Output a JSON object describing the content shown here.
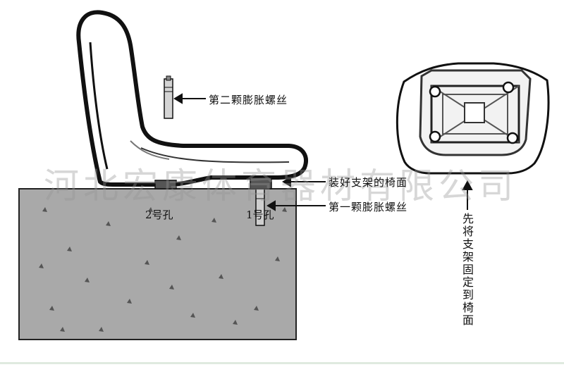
{
  "labels": {
    "screw2": "第二颗膨胀螺丝",
    "seat_installed": "装好支架的椅面",
    "screw1": "第一颗膨胀螺丝",
    "hole2": "2号孔",
    "hole1": "1号孔",
    "step": "先将支架固定到椅面"
  },
  "watermark": "河北宏康体育器材有限公司",
  "colors": {
    "ground": "#a9a9a9",
    "outline": "#111111",
    "seat_fill": "#ffffff",
    "watermark": "#969696"
  }
}
